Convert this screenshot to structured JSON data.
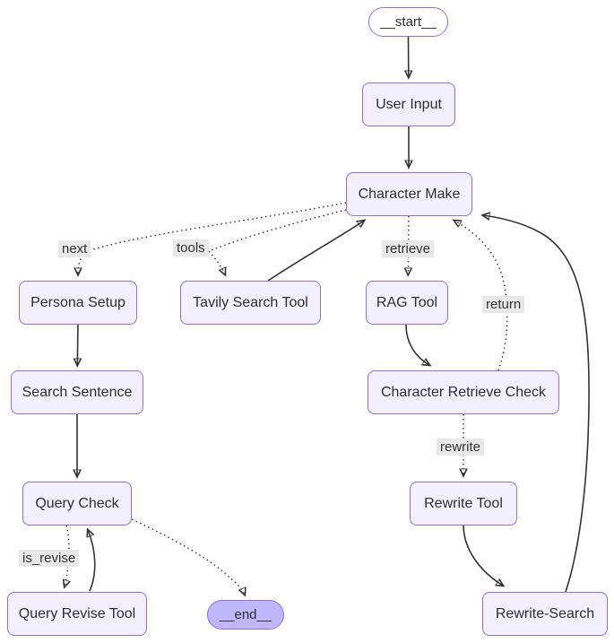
{
  "diagram": {
    "type": "flowchart",
    "background": "#ffffff"
  },
  "nodes": {
    "start": "__start__",
    "user_input": "User Input",
    "character_make": "Character Make",
    "persona_setup": "Persona Setup",
    "tavily_search_tool": "Tavily Search Tool",
    "rag_tool": "RAG Tool",
    "search_sentence": "Search Sentence",
    "character_retrieve_check": "Character Retrieve Check",
    "query_check": "Query Check",
    "rewrite_tool": "Rewrite Tool",
    "query_revise_tool": "Query Revise Tool",
    "end": "__end__",
    "rewrite_search": "Rewrite-Search"
  },
  "edge_labels": {
    "next": "next",
    "tools": "tools",
    "retrieve": "retrieve",
    "return": "return",
    "rewrite": "rewrite",
    "is_revise": "is_revise"
  },
  "edges": [
    {
      "from": "__start__",
      "to": "User Input",
      "style": "solid",
      "label": ""
    },
    {
      "from": "User Input",
      "to": "Character Make",
      "style": "solid",
      "label": ""
    },
    {
      "from": "Character Make",
      "to": "Persona Setup",
      "style": "dotted",
      "label": "next"
    },
    {
      "from": "Character Make",
      "to": "Tavily Search Tool",
      "style": "dotted",
      "label": "tools"
    },
    {
      "from": "Tavily Search Tool",
      "to": "Character Make",
      "style": "solid",
      "label": ""
    },
    {
      "from": "Character Make",
      "to": "RAG Tool",
      "style": "dotted",
      "label": "retrieve"
    },
    {
      "from": "RAG Tool",
      "to": "Character Retrieve Check",
      "style": "solid",
      "label": ""
    },
    {
      "from": "Character Retrieve Check",
      "to": "Character Make",
      "style": "dotted",
      "label": "return"
    },
    {
      "from": "Character Retrieve Check",
      "to": "Rewrite Tool",
      "style": "dotted",
      "label": "rewrite"
    },
    {
      "from": "Rewrite Tool",
      "to": "Rewrite-Search",
      "style": "solid",
      "label": ""
    },
    {
      "from": "Rewrite-Search",
      "to": "Character Make",
      "style": "solid",
      "label": ""
    },
    {
      "from": "Persona Setup",
      "to": "Search Sentence",
      "style": "solid",
      "label": ""
    },
    {
      "from": "Search Sentence",
      "to": "Query Check",
      "style": "solid",
      "label": ""
    },
    {
      "from": "Query Check",
      "to": "Query Revise Tool",
      "style": "dotted",
      "label": "is_revise"
    },
    {
      "from": "Query Revise Tool",
      "to": "Query Check",
      "style": "solid",
      "label": ""
    },
    {
      "from": "Query Check",
      "to": "__end__",
      "style": "dotted",
      "label": ""
    }
  ],
  "colors": {
    "node_fill": "#f2f0ff",
    "node_border": "#9370DB",
    "start_fill": "#ffffff",
    "end_fill": "#bfb6fc",
    "edge_stroke": "#333333",
    "edge_label_bg": "#e8e8e8",
    "text": "#2f2f2f"
  }
}
